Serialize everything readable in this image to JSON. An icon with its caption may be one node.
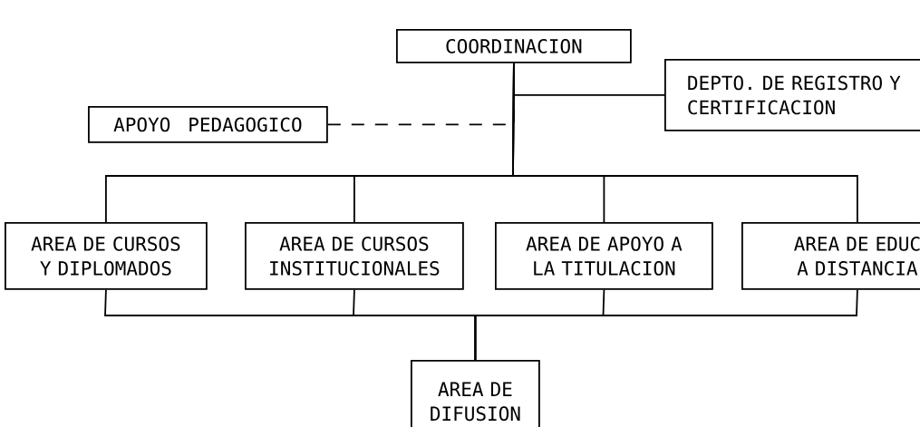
{
  "diagram": {
    "nodes": [
      {
        "text": [
          "COORDINACION"
        ]
      },
      {
        "text": [
          "DEPTO. DE REGISTRO Y CERTIFICACION"
        ]
      },
      {
        "text": [
          "APOYO PEDAGOGICO"
        ]
      },
      {
        "text": [
          "AREA DE CURSOS Y DIPLOMADOS"
        ]
      },
      {
        "text": [
          "AREA DE CURSOS INSTITUCIONALES"
        ]
      },
      {
        "text": [
          "AREA DE APOYO A LA TITULACION"
        ]
      },
      {
        "text": [
          "AREA DE EDUC A DISTANCIA"
        ]
      },
      {
        "text": [
          "AREA DE DIFUSION"
        ]
      }
    ],
    "edges": [
      {
        "from": 0,
        "to": 1,
        "arrow": "none"
      },
      {
        "from": 2,
        "to": 0,
        "arrow": "none",
        "style": "dashed"
      },
      {
        "from": 0,
        "to": 3,
        "arrow": "none"
      },
      {
        "from": 0,
        "to": 4,
        "arrow": "none"
      },
      {
        "from": 0,
        "to": 5,
        "arrow": "none"
      },
      {
        "from": 0,
        "to": 6,
        "arrow": "none"
      },
      {
        "from": 3,
        "to": 7,
        "arrow": "none"
      },
      {
        "from": 4,
        "to": 7,
        "arrow": "none"
      },
      {
        "from": 5,
        "to": 7,
        "arrow": "none"
      },
      {
        "from": 6,
        "to": 7,
        "arrow": "none"
      }
    ]
  }
}
